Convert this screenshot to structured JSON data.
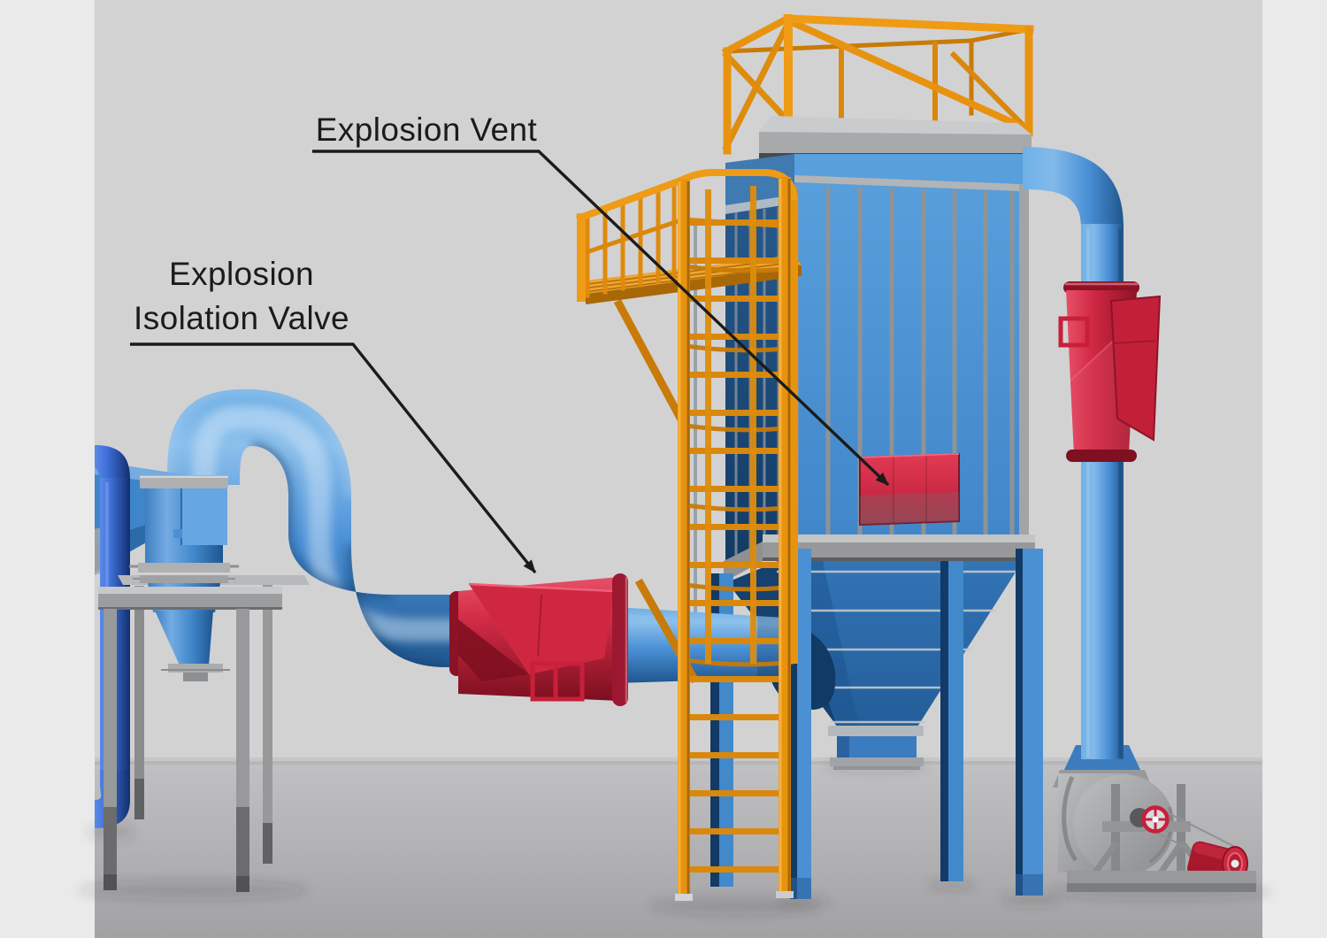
{
  "annotations": {
    "vent": {
      "text": "Explosion Vent"
    },
    "isolation": {
      "line1": "Explosion",
      "line2": "Isolation Valve"
    }
  },
  "colors": {
    "margin": "#eaeaeb",
    "wall": "#d2d2d3",
    "floor_top": "#c1c1c3",
    "floor_bottom": "#a4a4a6",
    "duct_blue": "#4a90d6",
    "duct_blue_light": "#79b1e6",
    "duct_blue_dark": "#245d9a",
    "panel_blue": "#519ad9",
    "side_navy": "#1c4674",
    "hopper_blue": "#2f70b1",
    "hopper_navy": "#16406e",
    "royal_blue": "#2f63cf",
    "safety_orange": "#e8930f",
    "orange_light": "#f6b13e",
    "orange_dark": "#b06c05",
    "alert_red": "#cf2742",
    "red_dark": "#8f1326",
    "steel": "#9fa1a3",
    "steel_light": "#c6c8ca",
    "steel_dark": "#6b6d6f",
    "ink": "#1b1b1b"
  }
}
